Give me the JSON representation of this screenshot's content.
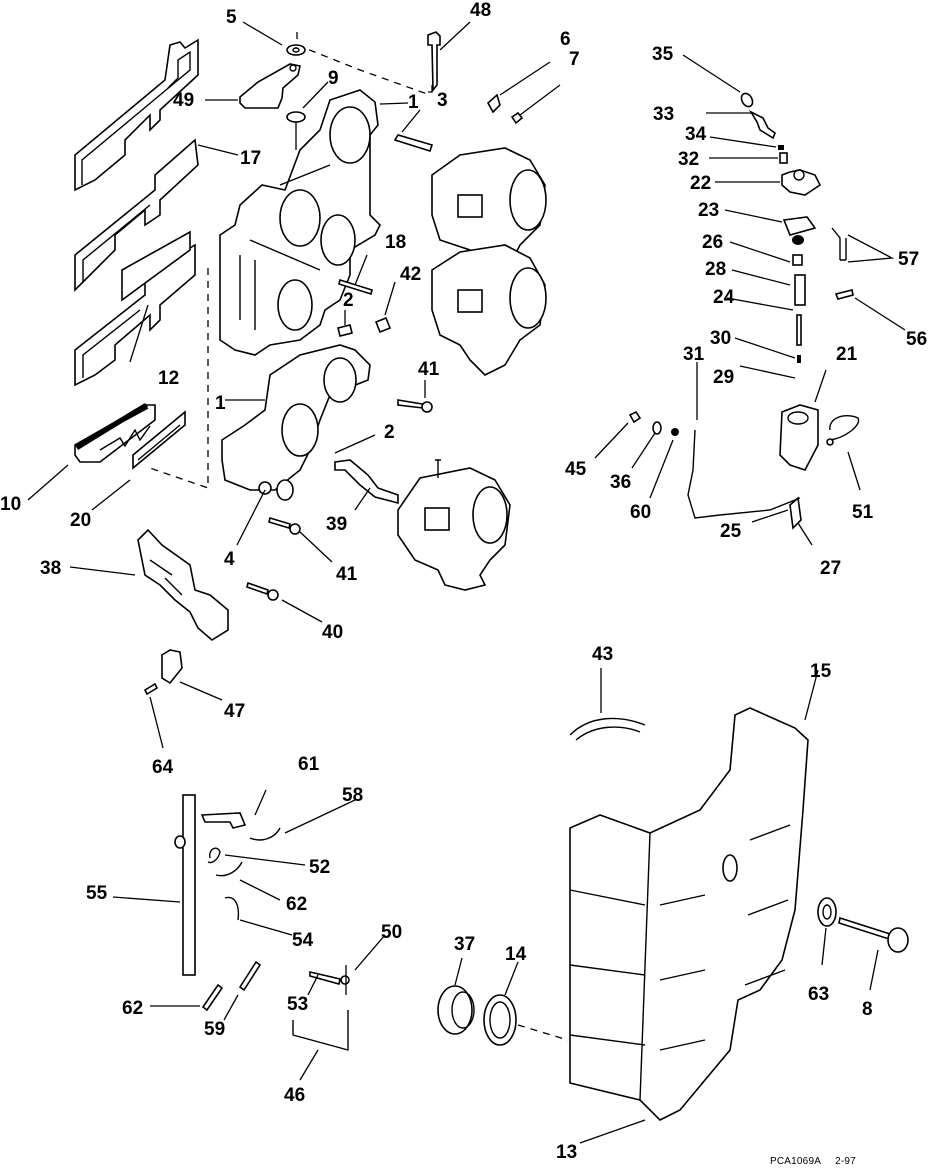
{
  "diagram": {
    "title": "Exploded parts diagram - intake manifold, carburetors, fuel pump, primer and silencer",
    "callouts": [
      {
        "id": "c1a",
        "text": "1"
      },
      {
        "id": "c1b",
        "text": "1"
      },
      {
        "id": "c2a",
        "text": "2"
      },
      {
        "id": "c2b",
        "text": "2"
      },
      {
        "id": "c3",
        "text": "3"
      },
      {
        "id": "c4",
        "text": "4"
      },
      {
        "id": "c5",
        "text": "5"
      },
      {
        "id": "c6",
        "text": "6"
      },
      {
        "id": "c7",
        "text": "7"
      },
      {
        "id": "c8",
        "text": "8"
      },
      {
        "id": "c9",
        "text": "9"
      },
      {
        "id": "c10",
        "text": "10"
      },
      {
        "id": "c12",
        "text": "12"
      },
      {
        "id": "c13",
        "text": "13"
      },
      {
        "id": "c14",
        "text": "14"
      },
      {
        "id": "c15",
        "text": "15"
      },
      {
        "id": "c17",
        "text": "17"
      },
      {
        "id": "c18",
        "text": "18"
      },
      {
        "id": "c20",
        "text": "20"
      },
      {
        "id": "c21",
        "text": "21"
      },
      {
        "id": "c22",
        "text": "22"
      },
      {
        "id": "c23",
        "text": "23"
      },
      {
        "id": "c24",
        "text": "24"
      },
      {
        "id": "c25",
        "text": "25"
      },
      {
        "id": "c26",
        "text": "26"
      },
      {
        "id": "c27",
        "text": "27"
      },
      {
        "id": "c28",
        "text": "28"
      },
      {
        "id": "c29",
        "text": "29"
      },
      {
        "id": "c30",
        "text": "30"
      },
      {
        "id": "c31",
        "text": "31"
      },
      {
        "id": "c32",
        "text": "32"
      },
      {
        "id": "c33",
        "text": "33"
      },
      {
        "id": "c34",
        "text": "34"
      },
      {
        "id": "c35",
        "text": "35"
      },
      {
        "id": "c36",
        "text": "36"
      },
      {
        "id": "c37",
        "text": "37"
      },
      {
        "id": "c38",
        "text": "38"
      },
      {
        "id": "c39",
        "text": "39"
      },
      {
        "id": "c40",
        "text": "40"
      },
      {
        "id": "c41a",
        "text": "41"
      },
      {
        "id": "c41b",
        "text": "41"
      },
      {
        "id": "c42",
        "text": "42"
      },
      {
        "id": "c43",
        "text": "43"
      },
      {
        "id": "c45",
        "text": "45"
      },
      {
        "id": "c46",
        "text": "46"
      },
      {
        "id": "c47",
        "text": "47"
      },
      {
        "id": "c48",
        "text": "48"
      },
      {
        "id": "c49",
        "text": "49"
      },
      {
        "id": "c50",
        "text": "50"
      },
      {
        "id": "c51",
        "text": "51"
      },
      {
        "id": "c52",
        "text": "52"
      },
      {
        "id": "c53",
        "text": "53"
      },
      {
        "id": "c54",
        "text": "54"
      },
      {
        "id": "c55",
        "text": "55"
      },
      {
        "id": "c56",
        "text": "56"
      },
      {
        "id": "c57",
        "text": "57"
      },
      {
        "id": "c58",
        "text": "58"
      },
      {
        "id": "c59",
        "text": "59"
      },
      {
        "id": "c60",
        "text": "60"
      },
      {
        "id": "c61",
        "text": "61"
      },
      {
        "id": "c62a",
        "text": "62"
      },
      {
        "id": "c62b",
        "text": "62"
      },
      {
        "id": "c63",
        "text": "63"
      },
      {
        "id": "c64",
        "text": "64"
      }
    ]
  },
  "footer": {
    "code": "PCA1069A",
    "date": "2-97"
  }
}
